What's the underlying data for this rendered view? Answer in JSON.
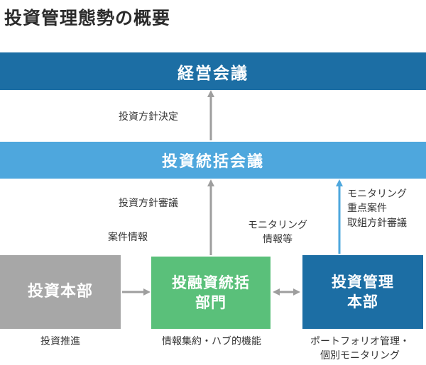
{
  "title": "投資管理態勢の概要",
  "colors": {
    "dark_blue": "#1c6ea4",
    "light_blue": "#4ea7dd",
    "gray": "#a7a7a7",
    "green": "#5ac07a",
    "arrow_gray": "#9e9e9e"
  },
  "diagram": {
    "top_box": "経営会議",
    "mid_box": "投資統括会議",
    "left_box": "投資本部",
    "center_box": [
      "投融資統括",
      "部門"
    ],
    "right_box": [
      "投資管理",
      "本部"
    ],
    "labels": {
      "decision": "投資方針決定",
      "deliberation": "投資方針審議",
      "case_info": "案件情報",
      "monitoring": [
        "モニタリング",
        "情報等"
      ],
      "right_report": [
        "モニタリング",
        "重点案件",
        "取組方針審議"
      ],
      "left_caption": "投資推進",
      "center_caption": "情報集約・ハブ的機能",
      "right_caption": [
        "ポートフォリオ管理・",
        "個別モニタリング"
      ]
    }
  }
}
